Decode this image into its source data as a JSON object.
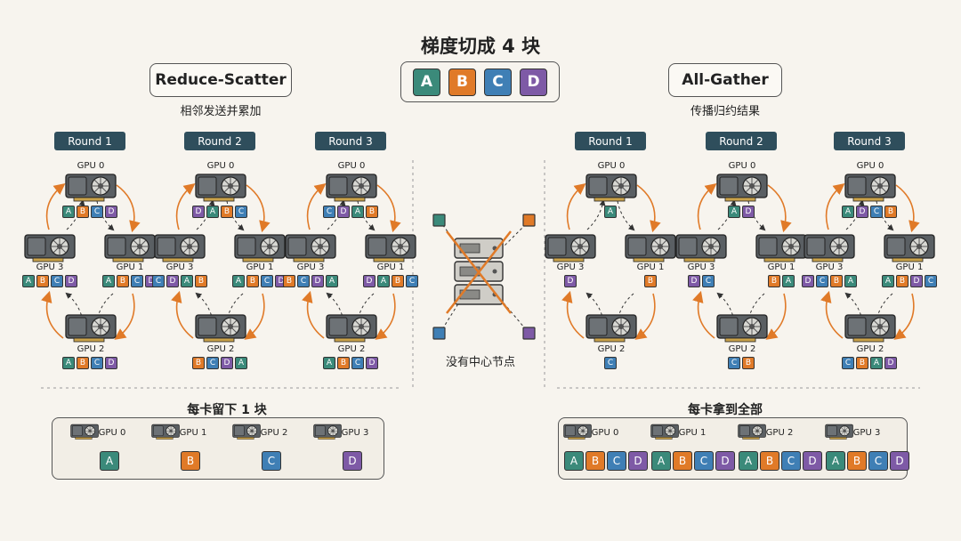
{
  "title": "梯度切成 4 块",
  "legend": [
    "A",
    "B",
    "C",
    "D"
  ],
  "colors": {
    "A": "#3b8a7a",
    "B": "#e07a28",
    "C": "#3f7fb5",
    "D": "#7e5aa6",
    "arrow": "#e07a28",
    "dark": "#2f4e5c"
  },
  "left": {
    "heading": "Reduce-Scatter",
    "subtitle": "相邻发送并累加",
    "rounds": [
      {
        "label": "Round 1",
        "gpus": [
          [
            "A",
            "B",
            "C",
            "D"
          ],
          [
            "A",
            "B",
            "C",
            "D"
          ],
          [
            "A",
            "B",
            "C",
            "D"
          ],
          [
            "A",
            "B",
            "C",
            "D"
          ]
        ]
      },
      {
        "label": "Round 2",
        "gpus": [
          [
            "D",
            "A",
            "B",
            "C"
          ],
          [
            "A",
            "B",
            "C",
            "D"
          ],
          [
            "B",
            "C",
            "D",
            "A"
          ],
          [
            "C",
            "D",
            "A",
            "B"
          ]
        ]
      },
      {
        "label": "Round 3",
        "gpus": [
          [
            "C",
            "D",
            "A",
            "B"
          ],
          [
            "D",
            "A",
            "B",
            "C"
          ],
          [
            "A",
            "B",
            "C",
            "D"
          ],
          [
            "B",
            "C",
            "D",
            "A"
          ]
        ]
      }
    ],
    "summary_title": "每卡留下 1 块",
    "summary": [
      {
        "gpu": "GPU 0",
        "blocks": [
          "A"
        ]
      },
      {
        "gpu": "GPU 1",
        "blocks": [
          "B"
        ]
      },
      {
        "gpu": "GPU 2",
        "blocks": [
          "C"
        ]
      },
      {
        "gpu": "GPU 3",
        "blocks": [
          "D"
        ]
      }
    ]
  },
  "center": {
    "label": "没有中心节点"
  },
  "right": {
    "heading": "All-Gather",
    "subtitle": "传播归约结果",
    "rounds": [
      {
        "label": "Round 1",
        "gpus": [
          [
            "A"
          ],
          [
            "B"
          ],
          [
            "C"
          ],
          [
            "D"
          ]
        ]
      },
      {
        "label": "Round 2",
        "gpus": [
          [
            "A",
            "D"
          ],
          [
            "B",
            "A"
          ],
          [
            "C",
            "B"
          ],
          [
            "D",
            "C"
          ]
        ]
      },
      {
        "label": "Round 3",
        "gpus": [
          [
            "A",
            "D",
            "C",
            "B"
          ],
          [
            "A",
            "B",
            "D",
            "C"
          ],
          [
            "C",
            "B",
            "A",
            "D"
          ],
          [
            "D",
            "C",
            "B",
            "A"
          ]
        ]
      }
    ],
    "summary_title": "每卡拿到全部",
    "summary": [
      {
        "gpu": "GPU 0",
        "blocks": [
          "A",
          "B",
          "C",
          "D"
        ]
      },
      {
        "gpu": "GPU 1",
        "blocks": [
          "A",
          "B",
          "C",
          "D"
        ]
      },
      {
        "gpu": "GPU 2",
        "blocks": [
          "A",
          "B",
          "C",
          "D"
        ]
      },
      {
        "gpu": "GPU 3",
        "blocks": [
          "A",
          "B",
          "C",
          "D"
        ]
      }
    ]
  },
  "gpu_labels": [
    "GPU 0",
    "GPU 1",
    "GPU 2",
    "GPU 3"
  ]
}
